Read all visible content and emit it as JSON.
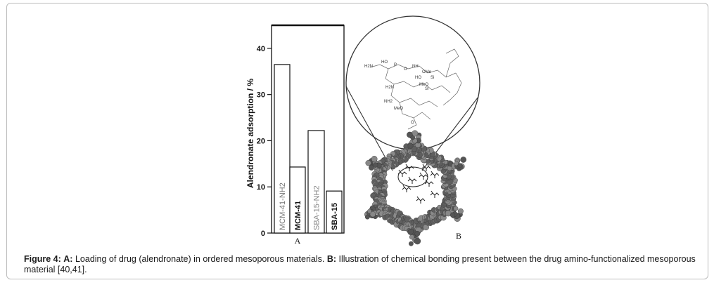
{
  "chart_data": {
    "type": "bar",
    "ylabel": "Alendronate adsorption / %",
    "ylim": [
      0,
      45
    ],
    "yticks": [
      "0",
      "10",
      "20",
      "30",
      "40"
    ],
    "bar_labels": [
      "MCM-41-NH2",
      "MCM-41",
      "SBA-15-NH2",
      "SBA-15"
    ],
    "values": [
      36.5,
      14.3,
      22.2,
      9.1
    ],
    "panel_label": "A"
  },
  "structure_panel": {
    "panel_label": "B",
    "molecule_labels": [
      "H2N",
      "HO",
      "P",
      "O",
      "NH",
      "OMe",
      "HO",
      "Si",
      "MeO",
      "H2N",
      "NH2",
      "MeO",
      "Si",
      "O"
    ]
  },
  "caption": {
    "figure_label": "Figure 4:",
    "a_label": "A:",
    "a_text": "Loading of drug (alendronate) in ordered mesoporous materials.",
    "b_label": "B:",
    "b_text": "Illustration of chemical bonding present between the drug amino-functionalized mesoporous material [40,41]."
  },
  "colors": {
    "bar_stroke": "#111111",
    "sphere": "#6d6d6d",
    "text": "#1a1a1a"
  }
}
